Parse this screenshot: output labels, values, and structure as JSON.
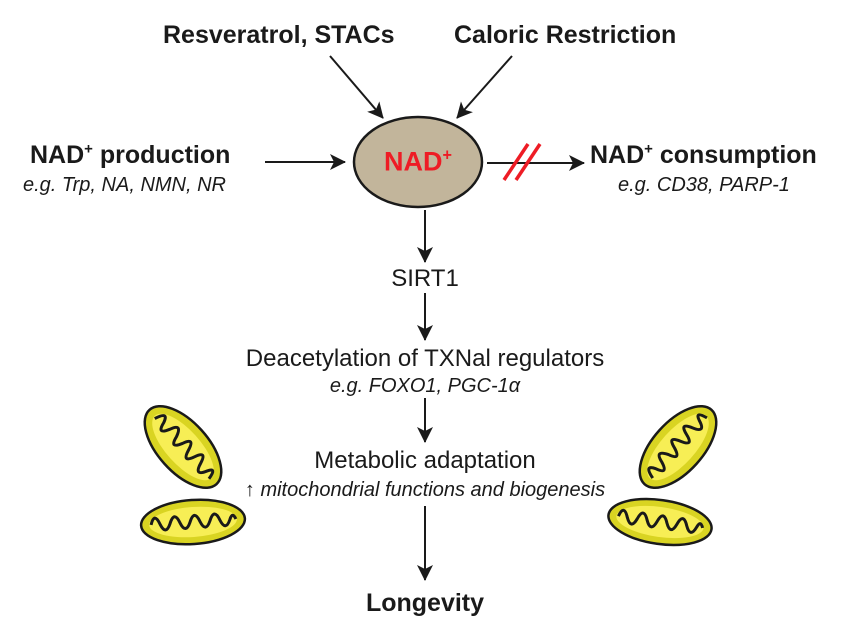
{
  "inputs": {
    "stacs": "Resveratrol, STACs",
    "caloric": "Caloric Restriction"
  },
  "nad_production": {
    "title": "NAD",
    "title_sup": "+",
    "title_rest": " production",
    "examples": "e.g. Trp, NA, NMN, NR"
  },
  "nad_center": {
    "label": "NAD",
    "sup": "+"
  },
  "nad_consumption": {
    "title": "NAD",
    "title_sup": "+",
    "title_rest": " consumption",
    "examples": "e.g. CD38, PARP-1"
  },
  "pathway": {
    "sirt1": "SIRT1",
    "deacetylation": "Deacetylation of TXNal regulators",
    "deacetylation_examples": "e.g. FOXO1, PGC-1α",
    "metabolic": "Metabolic adaptation",
    "mito_arrow": "↑",
    "mito_functions": " mitochondrial functions and biogenesis",
    "longevity": "Longevity"
  },
  "colors": {
    "nad_fill": "#c2b59b",
    "nad_text": "#ee1c25",
    "inhibit_mark": "#ee1c25",
    "mito_fill": "#d9d422",
    "mito_inner": "#f7ee55"
  },
  "icons": [
    "mitochondrion-icon"
  ]
}
